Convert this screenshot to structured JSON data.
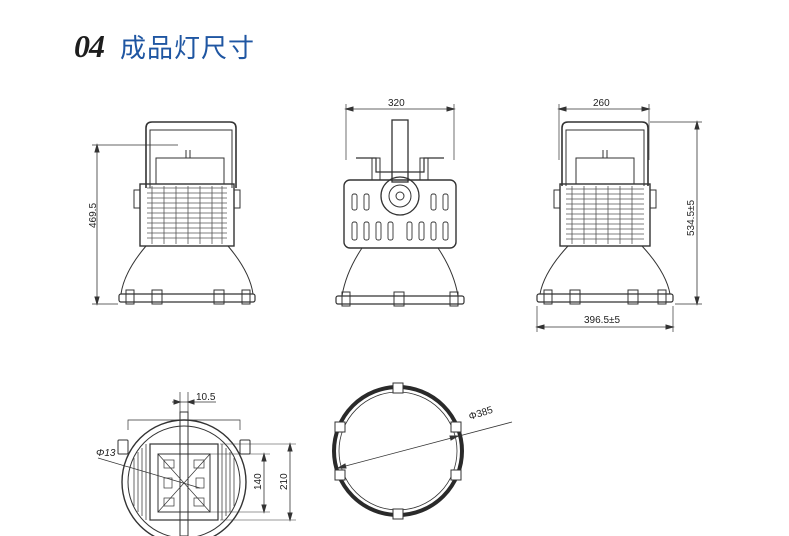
{
  "header": {
    "number": "04",
    "title": "成品灯尺寸"
  },
  "dimensions": {
    "side_height": "469.5",
    "front_width": "320",
    "back_width": "260",
    "back_height": "534.5±5",
    "back_total_width": "396.5±5",
    "bottom_offset": "10.5",
    "bottom_hole_diameter": "Φ13",
    "bottom_inner": "140",
    "bottom_outer": "210",
    "ring_diameter": "Φ385"
  },
  "colors": {
    "title": "#1f56a2",
    "lines": "#222222",
    "ring": "#2a2a2a"
  }
}
